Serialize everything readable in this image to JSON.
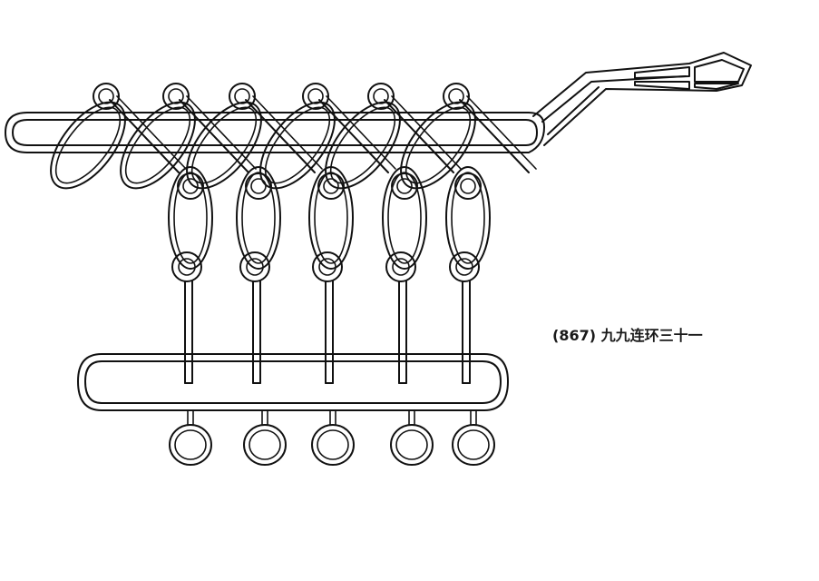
{
  "caption": "(867) 九九连环三十一",
  "ring_count": 6,
  "bottom_ring_count": 5,
  "line_color": "#111111"
}
